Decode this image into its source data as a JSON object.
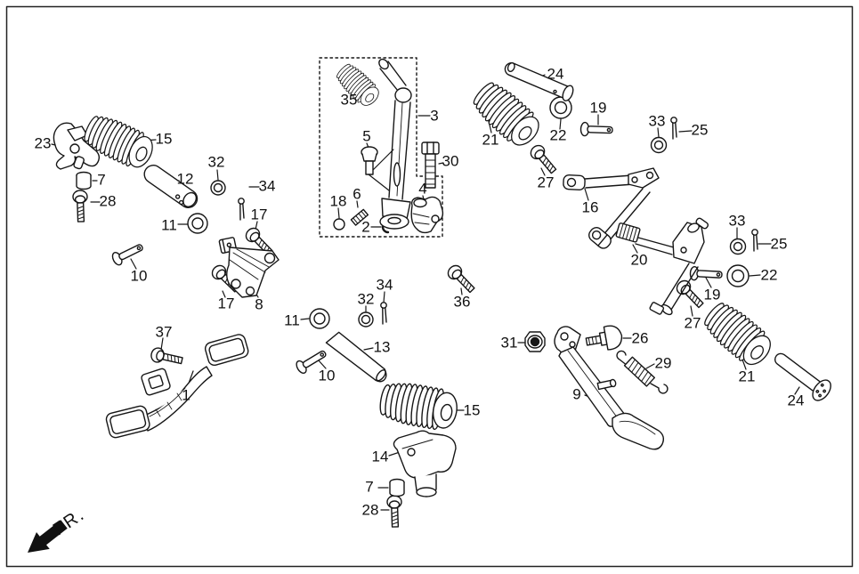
{
  "diagram": {
    "fr_label": "FR.",
    "labels": {
      "l23": {
        "text": "23"
      },
      "l15a": {
        "text": "15"
      },
      "l7a": {
        "text": "7"
      },
      "l28a": {
        "text": "28"
      },
      "l12": {
        "text": "12"
      },
      "l32a": {
        "text": "32"
      },
      "l34a": {
        "text": "34"
      },
      "l11a": {
        "text": "11"
      },
      "l10a": {
        "text": "10"
      },
      "l17a": {
        "text": "17"
      },
      "l17b": {
        "text": "17"
      },
      "l8": {
        "text": "8"
      },
      "l37": {
        "text": "37"
      },
      "l1": {
        "text": "1"
      },
      "l35": {
        "text": "35"
      },
      "l3": {
        "text": "3"
      },
      "l5": {
        "text": "5"
      },
      "l18": {
        "text": "18"
      },
      "l6": {
        "text": "6"
      },
      "l2": {
        "text": "2"
      },
      "l4": {
        "text": "4"
      },
      "l30": {
        "text": "30"
      },
      "l24a": {
        "text": "24"
      },
      "l21a": {
        "text": "21"
      },
      "l22a": {
        "text": "22"
      },
      "l19a": {
        "text": "19"
      },
      "l33a": {
        "text": "33"
      },
      "l25a": {
        "text": "25"
      },
      "l27a": {
        "text": "27"
      },
      "l16": {
        "text": "16"
      },
      "l20": {
        "text": "20"
      },
      "l33b": {
        "text": "33"
      },
      "l25b": {
        "text": "25"
      },
      "l22b": {
        "text": "22"
      },
      "l19b": {
        "text": "19"
      },
      "l27b": {
        "text": "27"
      },
      "l36": {
        "text": "36"
      },
      "l11b": {
        "text": "11"
      },
      "l32b": {
        "text": "32"
      },
      "l34b": {
        "text": "34"
      },
      "l13": {
        "text": "13"
      },
      "l10b": {
        "text": "10"
      },
      "l31": {
        "text": "31"
      },
      "l26": {
        "text": "26"
      },
      "l29": {
        "text": "29"
      },
      "l9": {
        "text": "9"
      },
      "l21b": {
        "text": "21"
      },
      "l24b": {
        "text": "24"
      },
      "l15b": {
        "text": "15"
      },
      "l14": {
        "text": "14"
      },
      "l7b": {
        "text": "7"
      },
      "l28b": {
        "text": "28"
      }
    }
  }
}
